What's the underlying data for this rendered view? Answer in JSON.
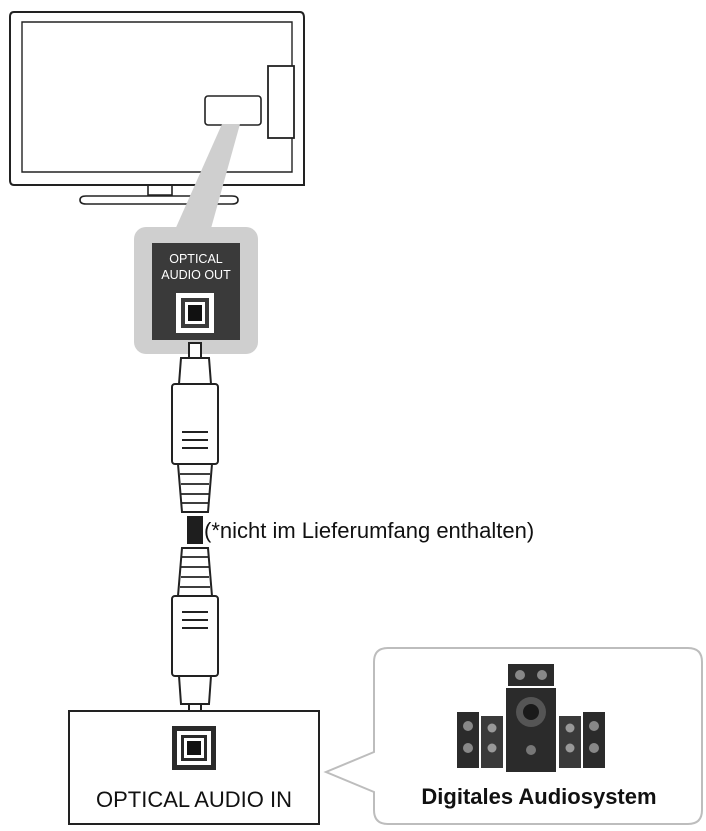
{
  "tv_port": {
    "label_line1": "OPTICAL",
    "label_line2": "AUDIO OUT"
  },
  "cable": {
    "note": "(*nicht im Lieferumfang enthalten)"
  },
  "input_device": {
    "label": "OPTICAL AUDIO IN"
  },
  "audio_system": {
    "label": "Digitales Audiosystem"
  },
  "colors": {
    "line": "#222222",
    "callout_bg": "#cfcfcf",
    "port_panel": "#3a3a3a",
    "speaker_dark": "#2b2b2b"
  }
}
